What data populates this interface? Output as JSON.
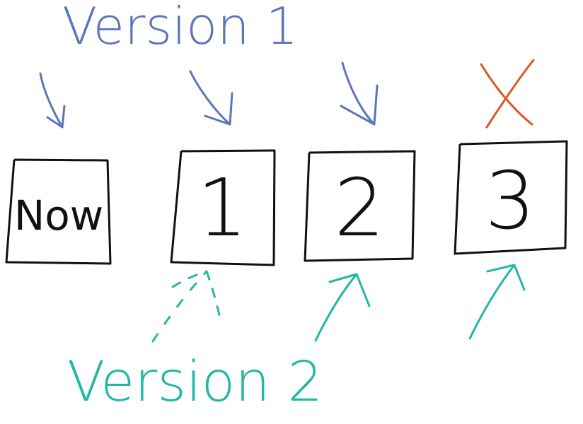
{
  "labels": {
    "version1": "Version 1",
    "version2": "Version 2"
  },
  "boxes": [
    {
      "id": "now",
      "label": "Now"
    },
    {
      "id": "one",
      "label": "1"
    },
    {
      "id": "two",
      "label": "2"
    },
    {
      "id": "three",
      "label": "3"
    }
  ],
  "marks": {
    "removed": "X"
  },
  "colors": {
    "version1": "#5a75b9",
    "version2": "#23b7a6",
    "removed": "#d65a20",
    "ink": "#111111"
  }
}
